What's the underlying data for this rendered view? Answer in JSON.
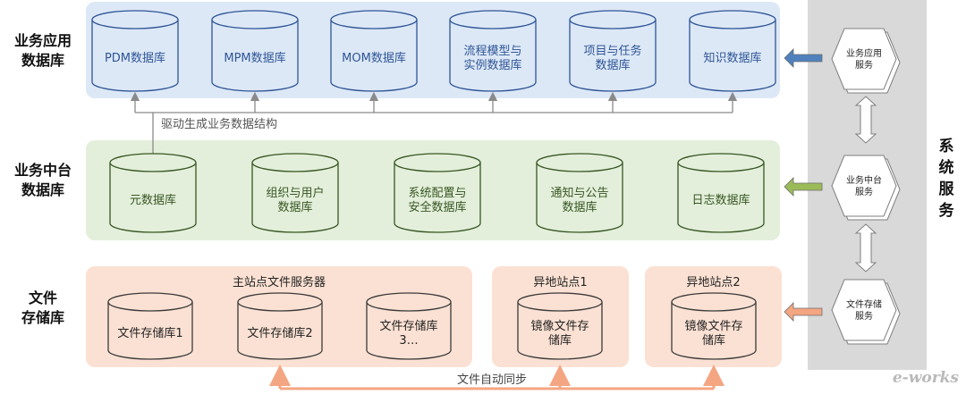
{
  "rows": {
    "business": {
      "label_line1": "业务应用",
      "label_line2": "数据库"
    },
    "middle": {
      "label_line1": "业务中台",
      "label_line2": "数据库"
    },
    "file": {
      "label_line1": "文件",
      "label_line2": "存储库"
    }
  },
  "business_dbs": [
    {
      "lines": [
        "PDM数据库"
      ]
    },
    {
      "lines": [
        "MPM数据库"
      ]
    },
    {
      "lines": [
        "MOM数据库"
      ]
    },
    {
      "lines": [
        "流程模型与",
        "实例数据库"
      ]
    },
    {
      "lines": [
        "项目与任务",
        "数据库"
      ]
    },
    {
      "lines": [
        "知识数据库"
      ]
    }
  ],
  "middle_dbs": [
    {
      "lines": [
        "元数据库"
      ]
    },
    {
      "lines": [
        "组织与用户",
        "数据库"
      ]
    },
    {
      "lines": [
        "系统配置与",
        "安全数据库"
      ]
    },
    {
      "lines": [
        "通知与公告",
        "数据库"
      ]
    },
    {
      "lines": [
        "日志数据库"
      ]
    }
  ],
  "file_groups": {
    "main": {
      "title": "主站点文件服务器"
    },
    "remote1": {
      "title": "异地站点1"
    },
    "remote2": {
      "title": "异地站点2"
    }
  },
  "file_dbs": [
    {
      "lines": [
        "文件存储库1"
      ]
    },
    {
      "lines": [
        "文件存储库2"
      ]
    },
    {
      "lines": [
        "文件存储库",
        "3…"
      ]
    },
    {
      "lines": [
        "镜像文件存",
        "储库"
      ]
    },
    {
      "lines": [
        "镜像文件存",
        "储库"
      ]
    }
  ],
  "services": [
    {
      "lines": [
        "业务应用",
        "服务"
      ]
    },
    {
      "lines": [
        "业务中台",
        "服务"
      ]
    },
    {
      "lines": [
        "文件存储",
        "服务"
      ]
    }
  ],
  "services_panel_label": "系统服务",
  "drive_label": "驱动生成业务数据结构",
  "sync_label": "文件自动同步",
  "watermark": "e-works",
  "colors": {
    "business_band": "#dce8f6",
    "business_stroke": "#2f5597",
    "middle_band": "#e3efda",
    "middle_stroke": "#375623",
    "file_band": "#fbe1d3",
    "file_stroke": "#3a3a3a",
    "arrow_blue": "#4f81bd",
    "arrow_green": "#9bbb59",
    "arrow_orange": "#f4a582",
    "service_panel": "#d9d9d9"
  }
}
